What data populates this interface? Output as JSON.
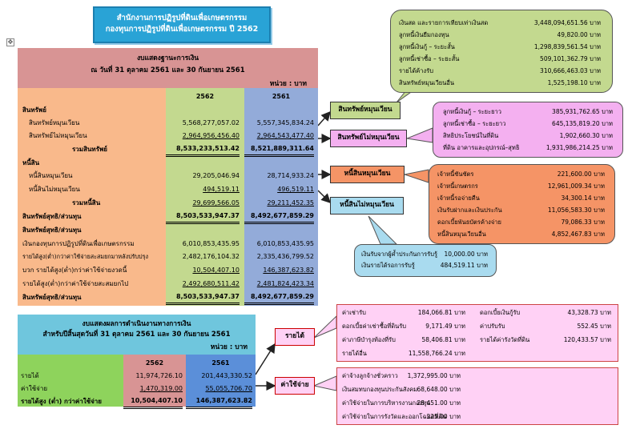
{
  "title": {
    "line1": "สำนักงานการปฏิรูปที่ดินเพื่อเกษตรกรรม",
    "line2": "กองทุนการปฏิรูปที่ดินเพื่อเกษตรกรรม  ปี 2562"
  },
  "balance": {
    "head1": "งบแสดงฐานะการเงิน",
    "head2": "ณ  วันที่ 31 ตุลาคม 2561 และ 30 กันยายน 2561",
    "unit": "หน่วย : บาท",
    "col1": "2562",
    "col2": "2561",
    "rows": [
      {
        "label": "สินทรัพย์",
        "v1": "",
        "v2": ""
      },
      {
        "label": "สินทรัพย์หมุนเวียน",
        "v1": "5,568,277,057.02",
        "v2": "5,557,345,834.24"
      },
      {
        "label": "สินทรัพย์ไม่หมุนเวียน",
        "v1": "2,964,956,456.40",
        "v2": "2,964,543,477.40"
      },
      {
        "label": "รวมสินทรัพย์",
        "v1": "8,533,233,513.42",
        "v2": "8,521,889,311.64"
      },
      {
        "label": "หนี้สิน",
        "v1": "",
        "v2": ""
      },
      {
        "label": "หนี้สินหมุนเวียน",
        "v1": "29,205,046.94",
        "v2": "28,714,933.24"
      },
      {
        "label": "หนี้สินไม่หมุนเวียน",
        "v1": "494,519.11",
        "v2": "496,519.11"
      },
      {
        "label": "รวมหนี้สิน",
        "v1": "29,699,566.05",
        "v2": "29,211,452.35"
      },
      {
        "label": "สินทรัพย์สุทธิ/ส่วนทุน",
        "v1": "8,503,533,947.37",
        "v2": "8,492,677,859.29"
      },
      {
        "label": "สินทรัพย์สุทธิ/ส่วนทุน",
        "v1": "",
        "v2": ""
      },
      {
        "label": "เงินกองทุนการปฏิรูปที่ดินเพื่อเกษตรกรรม",
        "v1": "6,010,853,435.95",
        "v2": "6,010,853,435.95"
      },
      {
        "label": "รายได้สูง(ต่ำ)กว่าค่าใช้จ่ายสะสมยกมาหลังปรับปรุง",
        "v1": "2,482,176,104.32",
        "v2": "2,335,436,799.52"
      },
      {
        "label": "บวก รายได้สูง(ต่ำ)กว่าค่าใช้จ่ายงวดนี้",
        "v1": "10,504,407.10",
        "v2": "146,387,623.82"
      },
      {
        "label": "รายได้สูง(ต่ำ)กว่าค่าใช้จ่ายสะสมยกไป",
        "v1": "2,492,680,511.42",
        "v2": "2,481,824,423.34"
      },
      {
        "label": "สินทรัพย์สุทธิ/ส่วนทุน",
        "v1": "8,503,533,947.37",
        "v2": "8,492,677,859.29"
      }
    ]
  },
  "income": {
    "head1": "งบแสดงผลการดำเนินงานทางการเงิน",
    "head2": "สำหรับปีสิ้นสุดวันที่ 31 ตุลาคม 2561 และ 30 กันยายน 2561",
    "unit": "หน่วย : บาท",
    "col1": "2562",
    "col2": "2561",
    "rows": [
      {
        "label": "รายได้",
        "v1": "11,974,726.10",
        "v2": "201,443,330.52"
      },
      {
        "label": "ค่าใช้จ่าย",
        "v1": "1,470,319.00",
        "v2": "55,055,706.70"
      },
      {
        "label": "รายได้สูง (ต่ำ) กว่าค่าใช้จ่าย",
        "v1": "10,504,407.10",
        "v2": "146,387,623.82"
      }
    ]
  },
  "labels": {
    "current_assets": "สินทรัพย์หมุนเวียน",
    "noncurrent_assets": "สินทรัพย์ไม่หมุนเวียน",
    "current_liab": "หนี้สินหมุนเวียน",
    "noncurrent_liab": "หนี้สินไม่หมุนเวียน",
    "revenue": "รายได้",
    "expense": "ค่าใช้จ่าย"
  },
  "callout_ca": [
    {
      "k": "เงินสด และรายการเทียบเท่าเงินสด",
      "v": "3,448,094,651.56 บาท"
    },
    {
      "k": "ลูกหนี้เงินยืมกองทุน",
      "v": "49,820.00 บาท"
    },
    {
      "k": "ลูกหนี้เงินกู้ – ระยะสั้น",
      "v": "1,298,839,561.54 บาท"
    },
    {
      "k": "ลูกหนี้เช่าซื้อ – ระยะสั้น",
      "v": "509,101,362.79 บาท"
    },
    {
      "k": "รายได้ค้างรับ",
      "v": "310,666,463.03 บาท"
    },
    {
      "k": "สินทรัพย์หมุนเวียนอื่น",
      "v": "1,525,198.10 บาท"
    }
  ],
  "callout_nca": [
    {
      "k": "ลูกหนี้เงินกู้ – ระยะยาว",
      "v": "385,931,762.65 บาท"
    },
    {
      "k": "ลูกหนี้เช่าซื้อ – ระยะยาว",
      "v": "645,135,819.20 บาท"
    },
    {
      "k": "สิทธิประโยชน์ในที่ดิน",
      "v": "1,902,660.30 บาท"
    },
    {
      "k": "ที่ดิน อาคารและอุปกรณ์–สุทธิ",
      "v": "1,931,986,214.25 บาท"
    }
  ],
  "callout_cl": [
    {
      "k": "เจ้าหนี้ชันชัตร",
      "v": "221,600.00 บาท"
    },
    {
      "k": "เจ้าหนี้เกษตรกร",
      "v": "12,961,009.34 บาท"
    },
    {
      "k": "เจ้าหนี้รอจ่ายคืน",
      "v": "34,300.14 บาท"
    },
    {
      "k": "เงินรับฝากและเงินประกัน",
      "v": "11,056,583.30 บาท"
    },
    {
      "k": "ดอกเบี้ยพันธบัตรค้างจ่าย",
      "v": "79,086.33 บาท"
    },
    {
      "k": "หนี้สินหมุนเวียนอื่น",
      "v": "4,852,467.83 บาท"
    }
  ],
  "callout_ncl": [
    {
      "k": "เงินรับจากผู้ค้ำประกันการรับรู้",
      "v": "10,000.00 บาท"
    },
    {
      "k": "เงินรายได้รอการรับรู้",
      "v": "484,519.11 บาท"
    }
  ],
  "callout_rev": [
    {
      "k": "ค่าเช่ารับ",
      "v": "184,066.81 บาท",
      "k2": "ดอกเบี้ยเงินกู้รับ",
      "v2": "43,328.73 บาท"
    },
    {
      "k": "ดอกเบี้ยค่าเช่าซื้อที่ดินรับ",
      "v": "9,171.49 บาท",
      "k2": "ค่าปรับรับ",
      "v2": "552.45 บาท"
    },
    {
      "k": "ค่าภาษีบำรุงท้องที่รับ",
      "v": "58,406.81 บาท",
      "k2": "รายได้ค่ารังวัดที่ดิน",
      "v2": "120,433.57 บาท"
    },
    {
      "k": "รายได้อื่น",
      "v": "11,558,766.24 บาท",
      "k2": "",
      "v2": ""
    }
  ],
  "callout_exp": [
    {
      "k": "ค่าจ้างลูกจ้างชั่วคราว",
      "v": "1,372,995.00 บาท"
    },
    {
      "k": "เงินสมทบกองทุนประกันสังคม",
      "v": "68,648.00 บาท"
    },
    {
      "k": "ค่าใช้จ่ายในการบริหารงานกองทุน",
      "v": "28,451.00 บาท"
    },
    {
      "k": "ค่าใช้จ่ายในการรังวัดและออกโฉนดที่ดิน",
      "v": "225.00 บาท"
    }
  ],
  "move_glyph": "✥"
}
